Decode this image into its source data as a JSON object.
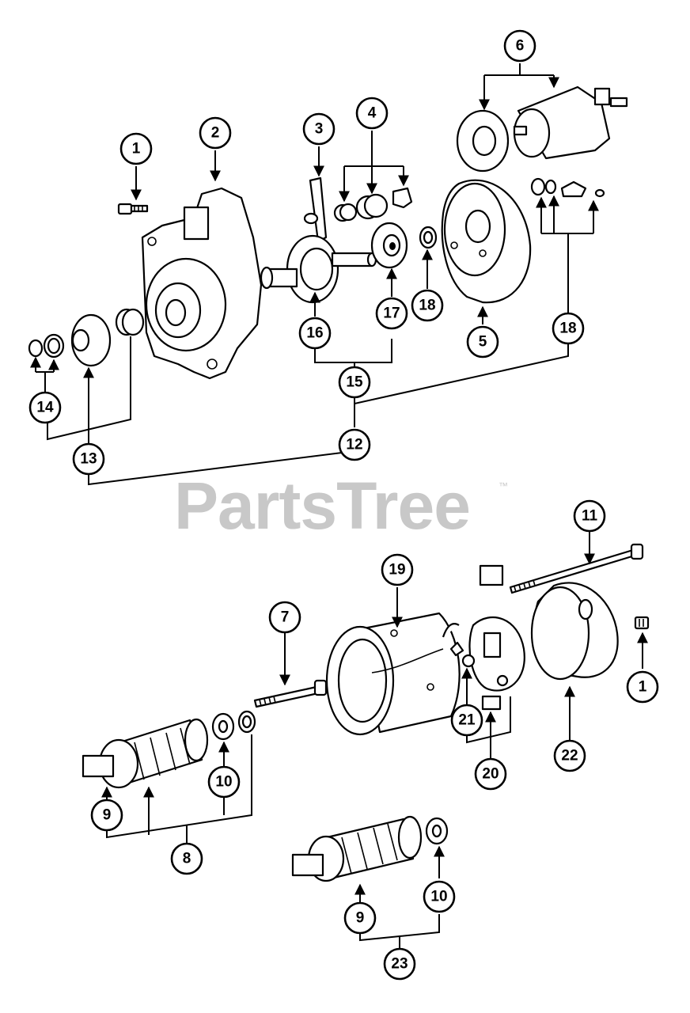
{
  "watermark": {
    "text": "PartsTree",
    "trademark": "™"
  },
  "callouts": {
    "c1a": "1",
    "c2": "2",
    "c3": "3",
    "c4": "4",
    "c5": "5",
    "c6": "6",
    "c12": "12",
    "c13": "13",
    "c14": "14",
    "c15": "15",
    "c16": "16",
    "c17": "17",
    "c18a": "18",
    "c18b": "18",
    "c1b": "1",
    "c7": "7",
    "c8": "8",
    "c9a": "9",
    "c9b": "9",
    "c10a": "10",
    "c10b": "10",
    "c11": "11",
    "c19": "19",
    "c20": "20",
    "c21": "21",
    "c22": "22",
    "c23": "23"
  }
}
